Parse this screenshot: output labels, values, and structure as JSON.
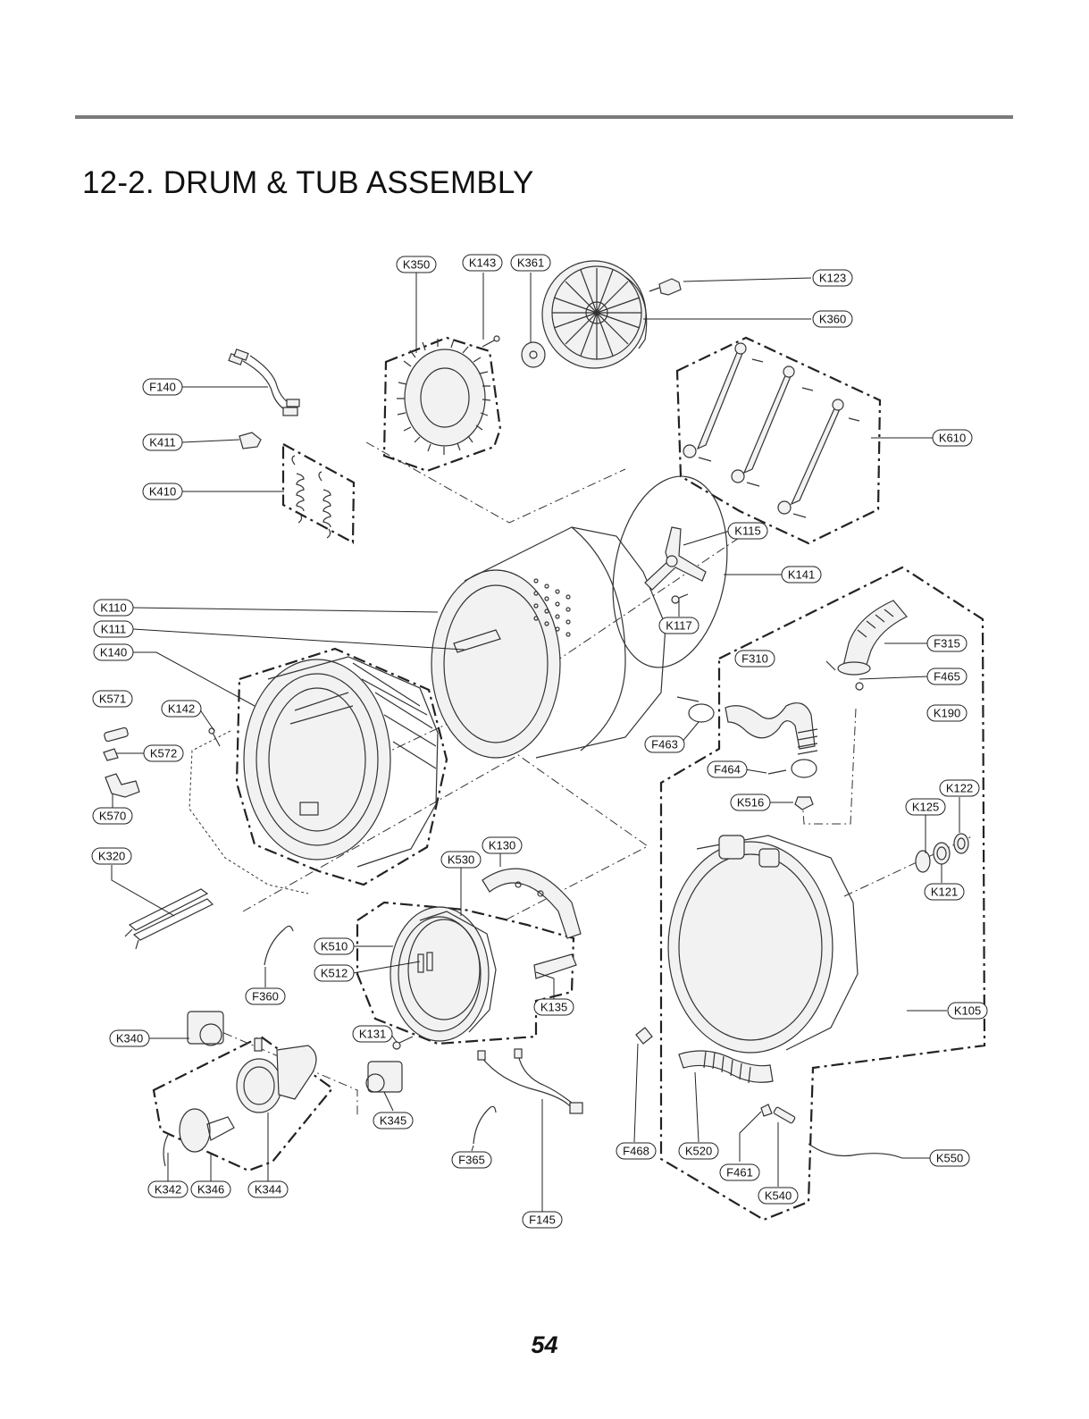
{
  "page": {
    "title": "12-2. DRUM & TUB ASSEMBLY",
    "page_number": "54"
  },
  "callouts": [
    {
      "id": "K350"
    },
    {
      "id": "K143"
    },
    {
      "id": "K361"
    },
    {
      "id": "K123"
    },
    {
      "id": "K360"
    },
    {
      "id": "F140"
    },
    {
      "id": "K411"
    },
    {
      "id": "K410"
    },
    {
      "id": "K610"
    },
    {
      "id": "K115"
    },
    {
      "id": "K141"
    },
    {
      "id": "K110"
    },
    {
      "id": "K111"
    },
    {
      "id": "K117"
    },
    {
      "id": "K140"
    },
    {
      "id": "F310"
    },
    {
      "id": "F315"
    },
    {
      "id": "F465"
    },
    {
      "id": "K571"
    },
    {
      "id": "K142"
    },
    {
      "id": "K190"
    },
    {
      "id": "K572"
    },
    {
      "id": "F463"
    },
    {
      "id": "F464"
    },
    {
      "id": "K570"
    },
    {
      "id": "K122"
    },
    {
      "id": "K516"
    },
    {
      "id": "K125"
    },
    {
      "id": "K130"
    },
    {
      "id": "K320"
    },
    {
      "id": "K530"
    },
    {
      "id": "K121"
    },
    {
      "id": "K510"
    },
    {
      "id": "K512"
    },
    {
      "id": "F360"
    },
    {
      "id": "K135"
    },
    {
      "id": "K105"
    },
    {
      "id": "K131"
    },
    {
      "id": "K340"
    },
    {
      "id": "K345"
    },
    {
      "id": "F365"
    },
    {
      "id": "F468"
    },
    {
      "id": "K520"
    },
    {
      "id": "K550"
    },
    {
      "id": "F461"
    },
    {
      "id": "K342"
    },
    {
      "id": "K346"
    },
    {
      "id": "K344"
    },
    {
      "id": "K540"
    },
    {
      "id": "F145"
    }
  ]
}
